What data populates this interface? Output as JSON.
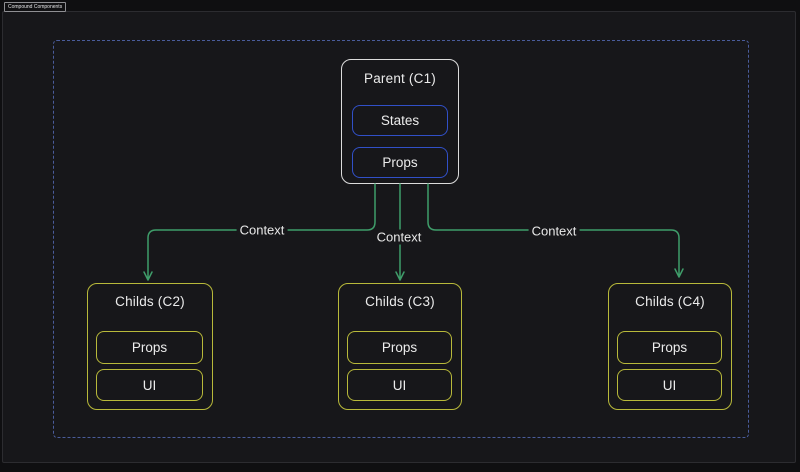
{
  "frame": {
    "label": "Compound Components"
  },
  "colors": {
    "background": "#0f0f11",
    "frame_background": "#17171a",
    "frame_border": "#2c2c30",
    "boundary_dash_blue": "#4a5c9b",
    "parent_border_white": "#dcdcdc",
    "blue_accent": "#3150c8",
    "yellow_accent": "#b8b93a",
    "edge_green": "#3f9d6a",
    "text": "#ececec"
  },
  "diagram": {
    "parent": {
      "title": "Parent (C1)",
      "items": [
        "States",
        "Props"
      ]
    },
    "children": [
      {
        "title": "Childs (C2)",
        "items": [
          "Props",
          "UI"
        ]
      },
      {
        "title": "Childs (C3)",
        "items": [
          "Props",
          "UI"
        ]
      },
      {
        "title": "Childs (C4)",
        "items": [
          "Props",
          "UI"
        ]
      }
    ],
    "edges": [
      {
        "label": "Context"
      },
      {
        "label": "Context"
      },
      {
        "label": "Context"
      }
    ]
  }
}
